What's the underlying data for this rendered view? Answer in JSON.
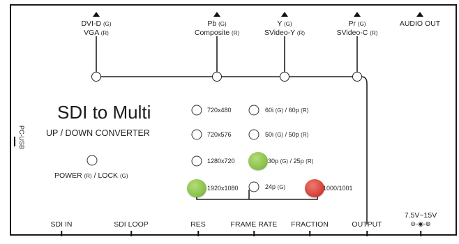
{
  "top_outputs": [
    {
      "line1": "DVI-D",
      "tag1": "(G)",
      "line2": "VGA",
      "tag2": "(R)"
    },
    {
      "line1": "Pb",
      "tag1": "(G)",
      "line2": "Composite",
      "tag2": "(R)"
    },
    {
      "line1": "Y",
      "tag1": "(G)",
      "line2": "SVideo-Y",
      "tag2": "(R)"
    },
    {
      "line1": "Pr",
      "tag1": "(G)",
      "line2": "SVideo-C",
      "tag2": "(R)"
    },
    {
      "line1": "AUDIO OUT"
    }
  ],
  "product": {
    "title": "SDI to Multi",
    "subtitle": "UP / DOWN CONVERTER"
  },
  "side_label": "PC-USB",
  "power_label": "POWER",
  "power_tag1": "(R)",
  "lock_label": "/ LOCK",
  "power_tag2": "(G)",
  "resolutions": [
    "720x480",
    "720x576",
    "1280x720",
    "1920x1080"
  ],
  "frame_rates": [
    {
      "text": "60i",
      "t1": "(G)",
      "mid": "/ 60p",
      "t2": "(R)"
    },
    {
      "text": "50i",
      "t1": "(G)",
      "mid": "/ 50p",
      "t2": "(R)"
    },
    {
      "text": "30p",
      "t1": "(G)",
      "mid": "/ 25p",
      "t2": "(R)"
    },
    {
      "text": "24p",
      "t1": "(G)"
    }
  ],
  "fraction_label": "1000/1001",
  "bottom": [
    "SDI IN",
    "SDI LOOP",
    "RES",
    "FRAME RATE",
    "FRACTION",
    "OUTPUT"
  ],
  "dc_label": "7.5V~15V",
  "dc_symbol": "⊖-◉-⊕",
  "colors": {
    "green": "#8bc34a",
    "red": "#d9443a",
    "line": "#222222"
  }
}
